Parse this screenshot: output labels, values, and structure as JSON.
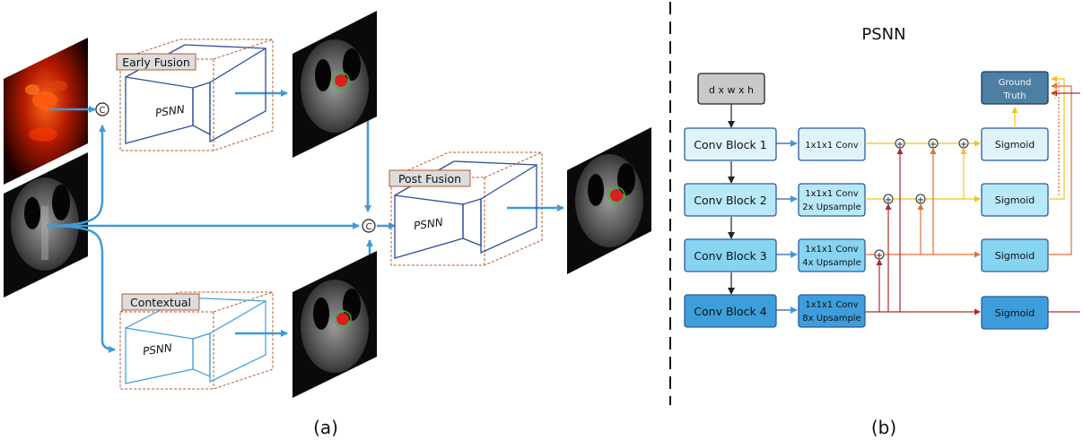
{
  "panel_a": {
    "caption": "(a)",
    "concat_symbol": "C",
    "early_fusion": {
      "tag": "Early Fusion",
      "network": "PSNN"
    },
    "contextual": {
      "tag": "Contextual",
      "network": "PSNN"
    },
    "post_fusion": {
      "tag": "Post Fusion",
      "network": "PSNN"
    }
  },
  "panel_b": {
    "caption": "(b)",
    "title": "PSNN",
    "input": "d x w x h",
    "ground_truth": [
      "Ground",
      "Truth"
    ],
    "conv_blocks": [
      "Conv Block 1",
      "Conv Block 2",
      "Conv Block 3",
      "Conv Block 4"
    ],
    "side_ops": [
      [
        "1x1x1 Conv"
      ],
      [
        "1x1x1 Conv",
        "2x Upsample"
      ],
      [
        "1x1x1 Conv",
        "4x Upsample"
      ],
      [
        "1x1x1 Conv",
        "8x Upsample"
      ]
    ],
    "sigmoid": "Sigmoid",
    "plus_symbol": "+"
  },
  "colors": {
    "arrow_blue": "#3d9bd9",
    "box_border": "#b5572f",
    "tag_fill": "#dcdcdc",
    "net_blue": "#2c4f9a",
    "conv1": "#dff3fb",
    "conv2": "#b9e8f8",
    "conv3": "#86d3f2",
    "conv4": "#3d9edb",
    "ground_truth": "#4d7fa3",
    "yellow": "#f3c21f",
    "orange": "#e0703a",
    "red": "#b02a2a"
  }
}
